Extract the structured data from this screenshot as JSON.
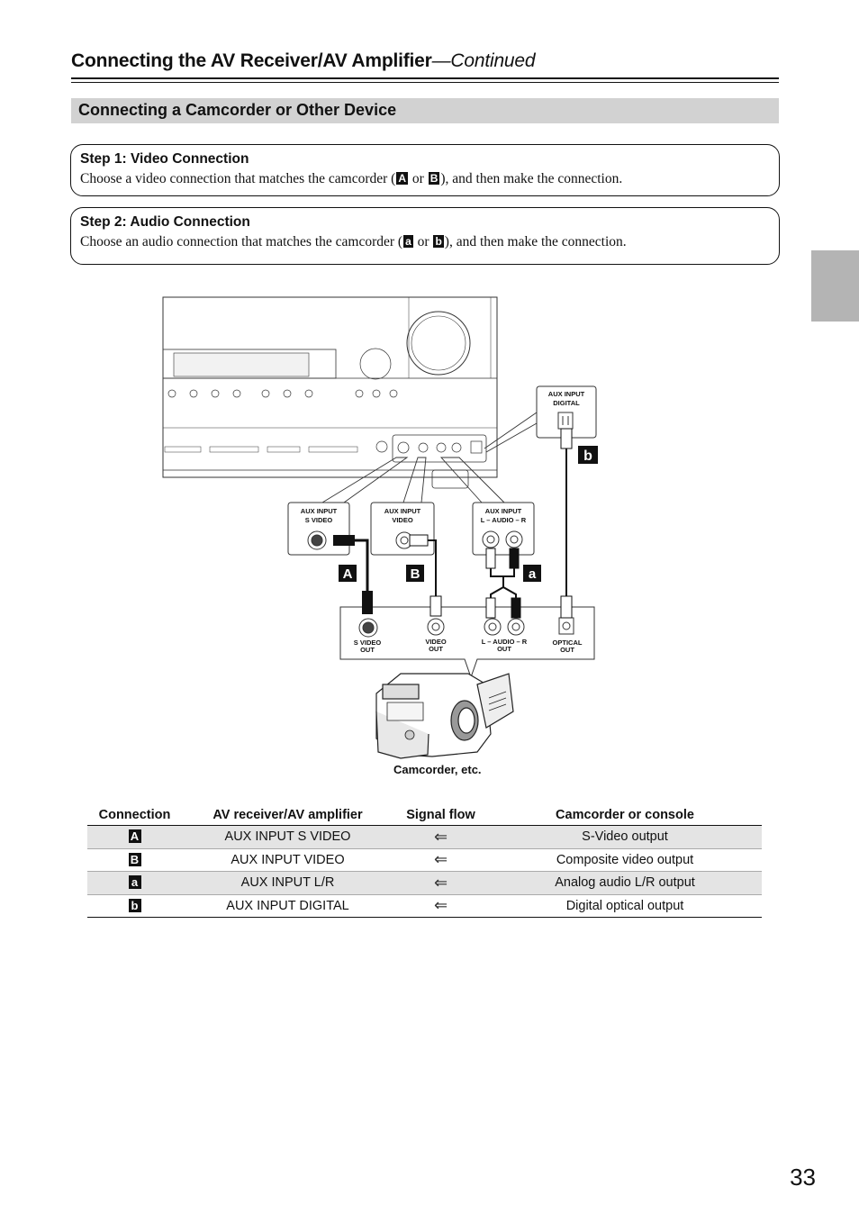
{
  "header": {
    "title": "Connecting the AV Receiver/AV Amplifier",
    "title_suffix": "—Continued"
  },
  "section": {
    "title": "Connecting a Camcorder or Other Device"
  },
  "step1": {
    "heading": "Step 1: Video Connection",
    "text_a": "Choose a video connection that matches the camcorder (",
    "box1": "A",
    "or": " or ",
    "box2": "B",
    "text_b": "), and then make the connection."
  },
  "step2": {
    "heading": "Step 2: Audio Connection",
    "text_a": "Choose an audio connection that matches the camcorder (",
    "box1": "a",
    "or": " or ",
    "box2": "b",
    "text_b": "), and then make the connection."
  },
  "diagram": {
    "aux_svideo_l1": "AUX INPUT",
    "aux_svideo_l2": "S VIDEO",
    "aux_video_l1": "AUX INPUT",
    "aux_video_l2": "VIDEO",
    "aux_audio_l1": "AUX INPUT",
    "aux_audio_l2": "L – AUDIO – R",
    "aux_digital_l1": "AUX INPUT",
    "aux_digital_l2": "DIGITAL",
    "out_svideo_l1": "S VIDEO",
    "out_svideo_l2": "OUT",
    "out_video_l1": "VIDEO",
    "out_video_l2": "OUT",
    "out_audio_l1": "L – AUDIO – R",
    "out_audio_l2": "OUT",
    "out_optical_l1": "OPTICAL",
    "out_optical_l2": "OUT",
    "label_A": "A",
    "label_B": "B",
    "label_a": "a",
    "label_b": "b",
    "caption": "Camcorder, etc."
  },
  "table": {
    "headers": [
      "Connection",
      "AV receiver/AV amplifier",
      "Signal flow",
      "Camcorder or console"
    ],
    "rows": [
      {
        "conn": "A",
        "av": "AUX INPUT S VIDEO",
        "flow": "⇐",
        "cam": "S-Video output"
      },
      {
        "conn": "B",
        "av": "AUX INPUT VIDEO",
        "flow": "⇐",
        "cam": "Composite video output"
      },
      {
        "conn": "a",
        "av": "AUX INPUT L/R",
        "flow": "⇐",
        "cam": "Analog audio L/R output"
      },
      {
        "conn": "b",
        "av": "AUX INPUT DIGITAL",
        "flow": "⇐",
        "cam": "Digital optical output"
      }
    ]
  },
  "page_number": "33"
}
